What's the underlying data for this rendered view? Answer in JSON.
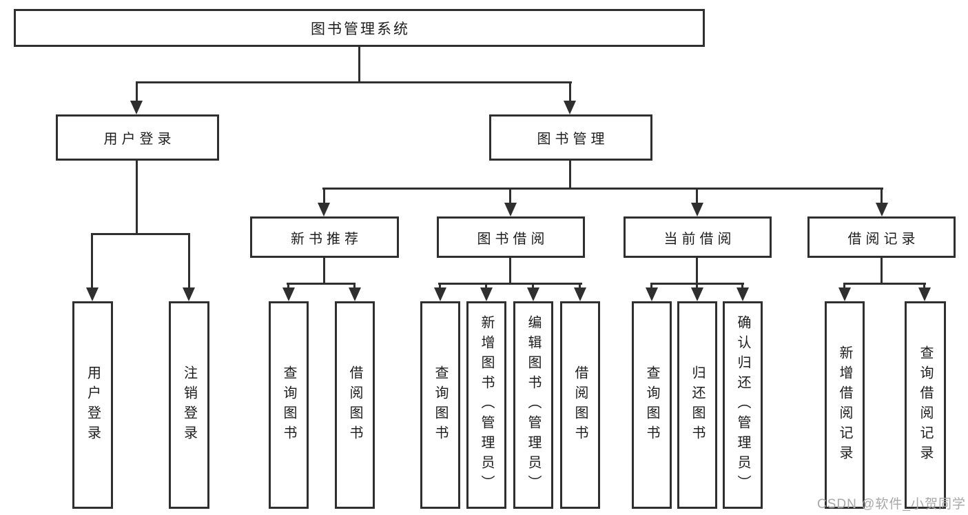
{
  "colors": {
    "line": "#2f2f2f",
    "text": "#1d1d1d",
    "watermark": "#a8a8a8",
    "bg": "#ffffff"
  },
  "watermark": "CSDN @软件_小贺同学",
  "tree": {
    "title": "图书管理系统",
    "children": [
      {
        "label": "用户登录",
        "children": [
          {
            "label": "用户登录"
          },
          {
            "label": "注销登录"
          }
        ]
      },
      {
        "label": "图书管理",
        "children": [
          {
            "label": "新书推荐",
            "children": [
              {
                "label": "查询图书"
              },
              {
                "label": "借阅图书"
              }
            ]
          },
          {
            "label": "图书借阅",
            "children": [
              {
                "label": "查询图书"
              },
              {
                "label": "新增图书（管理员）"
              },
              {
                "label": "编辑图书（管理员）"
              },
              {
                "label": "借阅图书"
              }
            ]
          },
          {
            "label": "当前借阅",
            "children": [
              {
                "label": "查询图书"
              },
              {
                "label": "归还图书"
              },
              {
                "label": "确认归还（管理员）"
              }
            ]
          },
          {
            "label": "借阅记录",
            "children": [
              {
                "label": "新增借阅记录"
              },
              {
                "label": "查询借阅记录"
              }
            ]
          }
        ]
      }
    ]
  }
}
